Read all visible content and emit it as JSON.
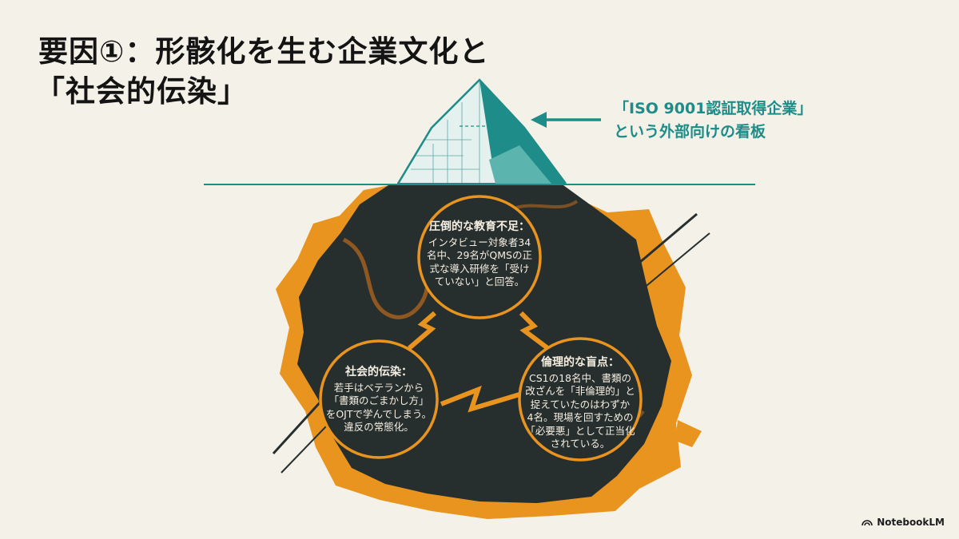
{
  "title": {
    "line1": "要因①：形骸化を生む企業文化と",
    "line2": "「社会的伝染」"
  },
  "callout": {
    "line1": "「ISO 9001認証取得企業」",
    "line2": "という外部向けの看板"
  },
  "nodes": {
    "top": {
      "heading": "圧倒的な教育不足：",
      "body": "インタビュー対象者34\n名中、29名がQMSの正\n式な導入研修を「受け\nていない」と回答。"
    },
    "left": {
      "heading": "社会的伝染：",
      "body": "若手はベテランから\n「書類のごまかし方」\nをOJTで学んでしまう。\n違反の常態化。"
    },
    "right": {
      "heading": "倫理的な盲点：",
      "body": "CS1の18名中、書類の\n改ざんを「非倫理的」と\n捉えていたのはわずか\n4名。現場を回すための\n「必要悪」として正当化\nされている。"
    }
  },
  "brand": {
    "label": "NotebookLM",
    "icon": "notebooklm-icon"
  },
  "colors": {
    "teal": "#1e8c88",
    "orange": "#e8941f",
    "dark": "#262e2e",
    "background": "#f4f1e8"
  }
}
